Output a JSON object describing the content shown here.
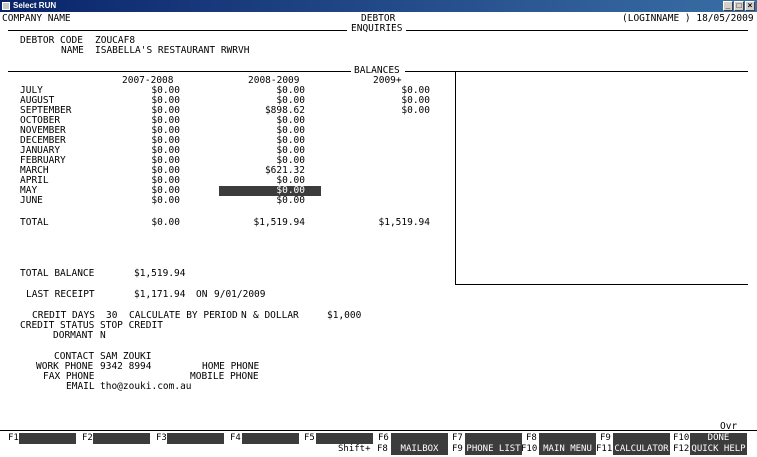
{
  "window": {
    "title": "Select RUN"
  },
  "header": {
    "company": "COMPANY NAME",
    "module": "DEBTOR",
    "screen": "ENQUIRIES",
    "user_date": "(LOGINNAME ) 18/05/2009"
  },
  "debtor": {
    "code_label": "DEBTOR CODE",
    "code": "ZOUCAF8",
    "name_label": "NAME",
    "name": "ISABELLA'S RESTAURANT RWRVH"
  },
  "balances": {
    "section_label": "BALANCES",
    "years": [
      "2007-2008",
      "2008-2009",
      "2009+"
    ],
    "rows": [
      {
        "month": "JULY",
        "values": [
          "$0.00",
          "$0.00",
          "$0.00"
        ]
      },
      {
        "month": "AUGUST",
        "values": [
          "$0.00",
          "$0.00",
          "$0.00"
        ]
      },
      {
        "month": "SEPTEMBER",
        "values": [
          "$0.00",
          "$898.62",
          "$0.00"
        ]
      },
      {
        "month": "OCTOBER",
        "values": [
          "$0.00",
          "$0.00",
          ""
        ]
      },
      {
        "month": "NOVEMBER",
        "values": [
          "$0.00",
          "$0.00",
          ""
        ]
      },
      {
        "month": "DECEMBER",
        "values": [
          "$0.00",
          "$0.00",
          ""
        ]
      },
      {
        "month": "JANUARY",
        "values": [
          "$0.00",
          "$0.00",
          ""
        ]
      },
      {
        "month": "FEBRUARY",
        "values": [
          "$0.00",
          "$0.00",
          ""
        ]
      },
      {
        "month": "MARCH",
        "values": [
          "$0.00",
          "$621.32",
          ""
        ]
      },
      {
        "month": "APRIL",
        "values": [
          "$0.00",
          "$0.00",
          ""
        ]
      },
      {
        "month": "MAY",
        "values": [
          "$0.00",
          "$0.00",
          ""
        ]
      },
      {
        "month": "JUNE",
        "values": [
          "$0.00",
          "$0.00",
          ""
        ]
      }
    ],
    "total_label": "TOTAL",
    "totals": [
      "$0.00",
      "$1,519.94",
      "$1,519.94"
    ]
  },
  "summary": {
    "total_balance_label": "TOTAL BALANCE",
    "total_balance": "$1,519.94",
    "last_receipt_label": "LAST RECEIPT",
    "last_receipt_amount": "$1,171.94",
    "on_label": "ON",
    "last_receipt_date": "9/01/2009"
  },
  "credit": {
    "days_label": "CREDIT DAYS",
    "days": "30",
    "calc_label": "CALCULATE BY PERIOD",
    "by_period": "N",
    "amp_label": "& DOLLAR",
    "dollar": "$1,000",
    "status_label": "CREDIT STATUS",
    "status": "STOP CREDIT",
    "dormant_label": "DORMANT",
    "dormant": "N"
  },
  "contact": {
    "contact_label": "CONTACT",
    "contact": "SAM ZOUKI",
    "work_phone_label": "WORK PHONE",
    "work_phone": "9342 8994",
    "home_phone_label": "HOME PHONE",
    "fax_phone_label": "FAX PHONE",
    "mobile_phone_label": "MOBILE PHONE",
    "email_label": "EMAIL",
    "email": "tho@zouki.com.au"
  },
  "status_indicator": "Ovr",
  "fkeys": {
    "row1": [
      {
        "key": "F1",
        "label": ""
      },
      {
        "key": "F2",
        "label": ""
      },
      {
        "key": "F3",
        "label": ""
      },
      {
        "key": "F4",
        "label": ""
      },
      {
        "key": "F5",
        "label": ""
      },
      {
        "key": "F6",
        "label": ""
      },
      {
        "key": "F7",
        "label": ""
      },
      {
        "key": "F8",
        "label": ""
      },
      {
        "key": "F9",
        "label": ""
      },
      {
        "key": "F10",
        "label": "DONE"
      }
    ],
    "shift_label": "Shift+",
    "row2": [
      {
        "key": "F8",
        "label": "MAILBOX"
      },
      {
        "key": "F9",
        "label": "PHONE LIST"
      },
      {
        "key": "F10",
        "label": "MAIN MENU"
      },
      {
        "key": "F11",
        "label": "CALCULATOR"
      },
      {
        "key": "F12",
        "label": "QUICK HELP"
      }
    ]
  }
}
